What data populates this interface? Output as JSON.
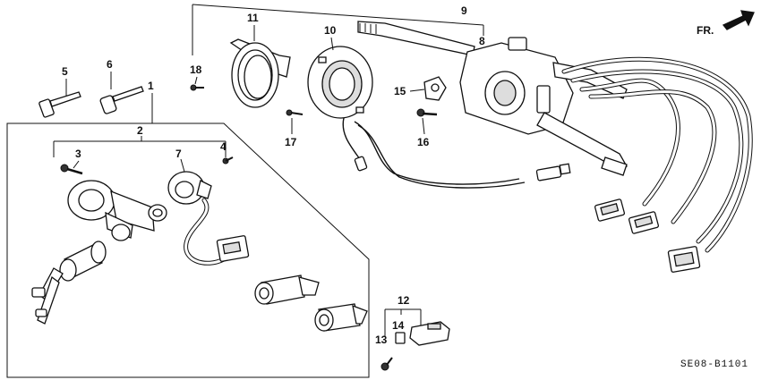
{
  "diagram": {
    "direction_label": "FR.",
    "diagram_code": "SE08-B1101",
    "callouts": [
      {
        "id": "c1",
        "text": "1"
      },
      {
        "id": "c2",
        "text": "2"
      },
      {
        "id": "c3",
        "text": "3"
      },
      {
        "id": "c4",
        "text": "4"
      },
      {
        "id": "c5",
        "text": "5"
      },
      {
        "id": "c6",
        "text": "6"
      },
      {
        "id": "c7",
        "text": "7"
      },
      {
        "id": "c8",
        "text": "8"
      },
      {
        "id": "c9",
        "text": "9"
      },
      {
        "id": "c10",
        "text": "10"
      },
      {
        "id": "c11",
        "text": "11"
      },
      {
        "id": "c12",
        "text": "12"
      },
      {
        "id": "c13",
        "text": "13"
      },
      {
        "id": "c14",
        "text": "14"
      },
      {
        "id": "c15",
        "text": "15"
      },
      {
        "id": "c16",
        "text": "16"
      },
      {
        "id": "c17",
        "text": "17"
      },
      {
        "id": "c18",
        "text": "18"
      }
    ]
  }
}
